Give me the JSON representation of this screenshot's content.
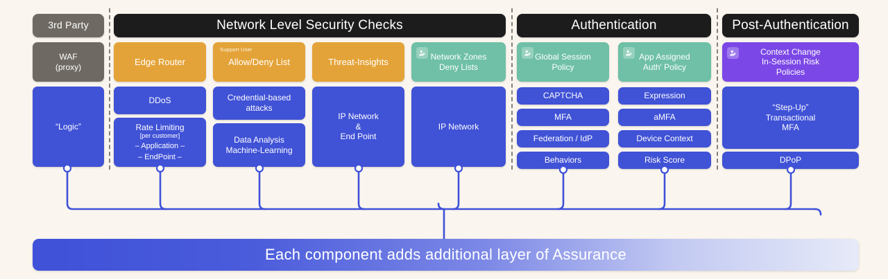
{
  "page": {
    "background": "#faf6ef",
    "accent_blue": "#4052d6",
    "orange": "#e4a338",
    "teal": "#6fc0a6",
    "purple": "#7b47e6",
    "gray": "#6e6a63",
    "header_black": "#1c1c1c"
  },
  "headers": {
    "third_party": "3rd Party",
    "network": "Network Level Security Checks",
    "authentication": "Authentication",
    "post_authentication": "Post-Authentication"
  },
  "columns": {
    "third_party": {
      "top": {
        "line1": "WAF",
        "line2": "(proxy)"
      },
      "logic": "“Logic”"
    },
    "edge_router": {
      "top": "Edge Router",
      "items": [
        "DDoS"
      ],
      "rate_limiting": {
        "title": "Rate Limiting",
        "sub": "[per customer]",
        "line3": "– Application –",
        "line4": "– EndPoint –"
      }
    },
    "allow_deny": {
      "micro": "Support User",
      "top": "Allow/Deny List",
      "items": [
        {
          "line1": "Credential-based",
          "line2": "attacks"
        },
        {
          "line1": "Data Analysis",
          "line2": "Machine-Learning"
        }
      ]
    },
    "threat_insights": {
      "top": "Threat-Insights",
      "body": {
        "line1": "IP Network",
        "line2": "&",
        "line3": "End Point"
      }
    },
    "network_zones": {
      "icon": "user-badge-icon",
      "top": {
        "line1": "Network Zones",
        "line2": "Deny Lists"
      },
      "body": "IP Network"
    },
    "global_session": {
      "icon": "user-badge-icon",
      "top": {
        "line1": "Global Session",
        "line2": "Policy"
      },
      "items": [
        "CAPTCHA",
        "MFA",
        "Federation / IdP",
        "Behaviors"
      ]
    },
    "app_assigned": {
      "icon": "user-badge-icon",
      "top": {
        "line1": "App Assigned",
        "line2": "Auth' Policy"
      },
      "items": [
        "Expression",
        "aMFA",
        "Device Context",
        "Risk Score"
      ]
    },
    "post_auth": {
      "icon": "user-badge-icon",
      "top": {
        "line1": "Context Change",
        "line2": "In-Session Risk",
        "line3": "Policies"
      },
      "step_up": {
        "line1": "“Step-Up”",
        "line2": "Transactional",
        "line3": "MFA"
      },
      "dpop": "DPoP"
    }
  },
  "banner": {
    "text": "Each component adds additional layer of Assurance"
  }
}
